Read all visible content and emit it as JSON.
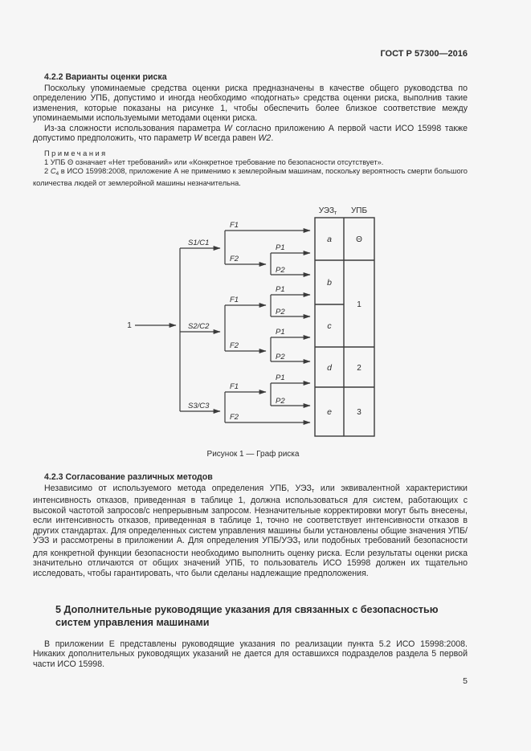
{
  "page": {
    "doc_number": "ГОСТ Р 57300—2016",
    "page_number": "5"
  },
  "section_422": {
    "title": "4.2.2 Варианты оценки риска",
    "paragraph_1": "Поскольку упоминаемые средства оценки риска предназначены в качестве общего руководства по определению УПБ, допустимо и иногда необходимо «подогнать» средства оценки риска, выполнив такие изменения, которые показаны на рисунке 1, чтобы обеспечить более близкое соответствие между упоминаемыми используемыми методами оценки риска.",
    "paragraph_2_parts": {
      "t1": "Из-за сложности использования параметра ",
      "w1": "W",
      "t2": " согласно приложению А первой части ИСО 15998 также допустимо предположить, что параметр ",
      "w2": "W",
      "t3": " всегда равен ",
      "w3": "W2",
      "t4": "."
    },
    "notes_label": "Примечания",
    "note_1": "1 УПБ Θ означает «Нет требований» или «Конкретное требование по безопасности отсутствует».",
    "note_2_parts": {
      "t1": "2 ",
      "c": "C",
      "sub": "4",
      "t2": " в ИСО 15998:2008, приложение А не применимо к землеройным машинам, поскольку вероятность смерти большого количества людей от землеройной машины незначительна."
    }
  },
  "figure": {
    "caption": "Рисунок 1 — Граф риска",
    "entry_label": "1",
    "branch_labels": [
      "S1/C1",
      "S2/C2",
      "S3/C3"
    ],
    "f1": "F1",
    "f2": "F2",
    "p1": "P1",
    "p2": "P2",
    "col1_header": "УЭЗ",
    "col1_header_sub": "т",
    "col2_header": "УПБ",
    "uez_cells": [
      "a",
      "b",
      "c",
      "d",
      "e"
    ],
    "upb_cells": [
      "Θ",
      "1",
      "2",
      "3"
    ],
    "paths": [
      {
        "route": "1 → S1/C1 → F1",
        "uez": "a",
        "upb": "Θ"
      },
      {
        "route": "1 → S1/C1 → F2 → P1",
        "uez": "a",
        "upb": "Θ"
      },
      {
        "route": "1 → S1/C1 → F2 → P2",
        "uez": "b",
        "upb": "1"
      },
      {
        "route": "1 → S2/C2 → F1 → P1",
        "uez": "b",
        "upb": "1"
      },
      {
        "route": "1 → S2/C2 → F1 → P2",
        "uez": "c",
        "upb": "1"
      },
      {
        "route": "1 → S2/C2 → F2 → P1",
        "uez": "c",
        "upb": "1"
      },
      {
        "route": "1 → S2/C2 → F2 → P2",
        "uez": "d",
        "upb": "2"
      },
      {
        "route": "1 → S3/C3 → F1 → P1",
        "uez": "d",
        "upb": "2"
      },
      {
        "route": "1 → S3/C3 → F1 → P2",
        "uez": "e",
        "upb": "3"
      },
      {
        "route": "1 → S3/C3 → F2",
        "uez": "e",
        "upb": "3"
      }
    ]
  },
  "section_423": {
    "title": "4.2.3 Согласование различных методов",
    "paragraph_parts": {
      "t1": "Независимо от используемого метода определения УПБ, УЭЗ",
      "s1": "т",
      "t2": " или эквивалентной характеристики интенсивность отказов, приведенная в таблице 1, должна использоваться для систем, работающих с высокой частотой запросов/с непрерывным запросом. Незначительные корректировки могут быть внесены, если интенсивность отказов, приведенная в таблице 1, точно не соответствует интенсивности отказов в других стандартах. Для определенных систем управления машины были установлены общие значения УПБ/УЭЗ и рассмотрены в приложении А. Для определения УПБ/УЭЗ",
      "s2": "т",
      "t3": " или подобных требований безопасности для конкретной функции безопасности необходимо выполнить оценку риска. Если результаты оценки риска значительно отличаются от общих значений УПБ, то пользователь ИСО 15998 должен их тщательно исследовать, чтобы гарантировать, что были сделаны надлежащие предположения."
    }
  },
  "section_5": {
    "title": "5 Дополнительные руководящие указания для связанных с безопасностью систем управления машинами",
    "paragraph": "В приложении Е представлены руководящие указания по реализации пункта 5.2 ИСО 15998:2008. Никаких дополнительных руководящих указаний не дается для оставшихся подразделов раздела 5 первой части ИСО 15998."
  }
}
